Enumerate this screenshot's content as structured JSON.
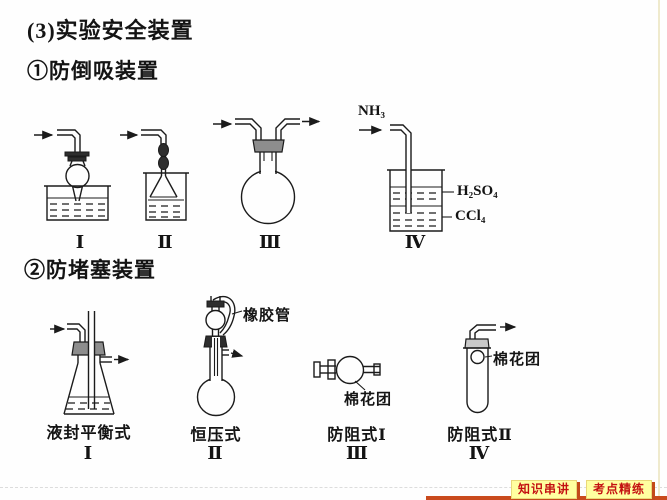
{
  "titles": {
    "main": "(3)实验安全装置",
    "section1": "①防倒吸装置",
    "section2": "②防堵塞装置"
  },
  "row1": {
    "numerals": [
      "Ⅰ",
      "Ⅱ",
      "Ⅲ",
      "Ⅳ"
    ],
    "labels": {
      "gas_in": "NH₃",
      "top_layer": "H₂SO₄",
      "bottom_layer": "CCl₄"
    }
  },
  "row2": {
    "names": [
      "液封平衡式",
      "恒压式",
      "防阻式Ⅰ",
      "防阻式Ⅱ"
    ],
    "numerals": [
      "Ⅰ",
      "Ⅱ",
      "Ⅲ",
      "Ⅳ"
    ],
    "callouts": {
      "rubber_tube": "橡胶管",
      "cotton1": "棉花团",
      "cotton2": "棉花团"
    }
  },
  "footer": {
    "buttons": [
      {
        "label": "知识串讲"
      },
      {
        "label": "考点精练"
      }
    ]
  },
  "colors": {
    "line": "#1b1b1b",
    "button_bg": "#ffffa0",
    "button_text": "#c41111",
    "accent_strip": "#c94a1d"
  }
}
